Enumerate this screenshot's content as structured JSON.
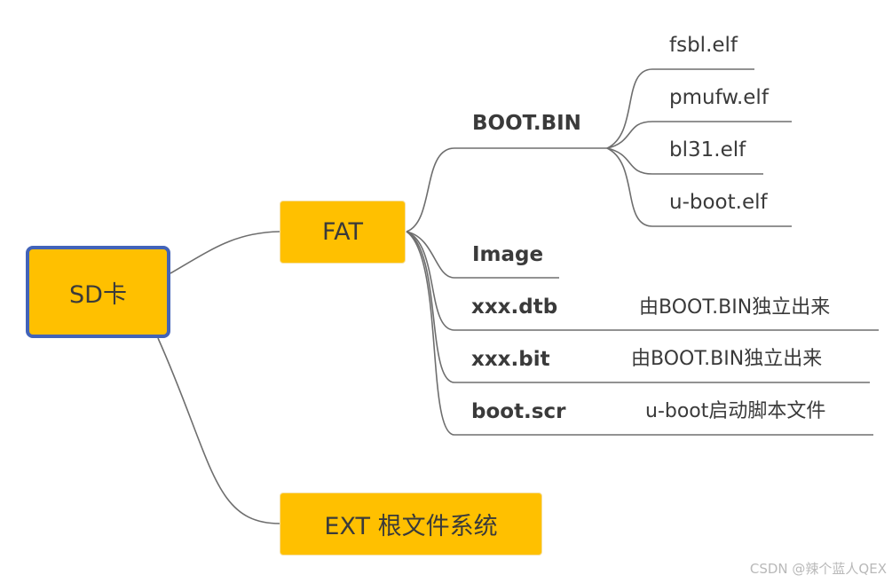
{
  "root": {
    "label": "SD卡"
  },
  "fat": {
    "label": "FAT",
    "children": [
      {
        "label": "BOOT.BIN",
        "children": [
          "fsbl.elf",
          "pmufw.elf",
          "bl31.elf",
          "u-boot.elf"
        ]
      },
      {
        "label": "Image"
      },
      {
        "label": "xxx.dtb",
        "note": "由BOOT.BIN独立出来"
      },
      {
        "label": "xxx.bit",
        "note": "由BOOT.BIN独立出来"
      },
      {
        "label": "boot.scr",
        "note": "u-boot启动脚本文件"
      }
    ]
  },
  "ext": {
    "label": "EXT 根文件系统"
  },
  "watermark": "CSDN @辣个蓝人QEX",
  "colors": {
    "node_fill": "#ffc000",
    "root_border": "#4263b8",
    "line": "#6e6e6e",
    "text": "#3a3a3a"
  }
}
